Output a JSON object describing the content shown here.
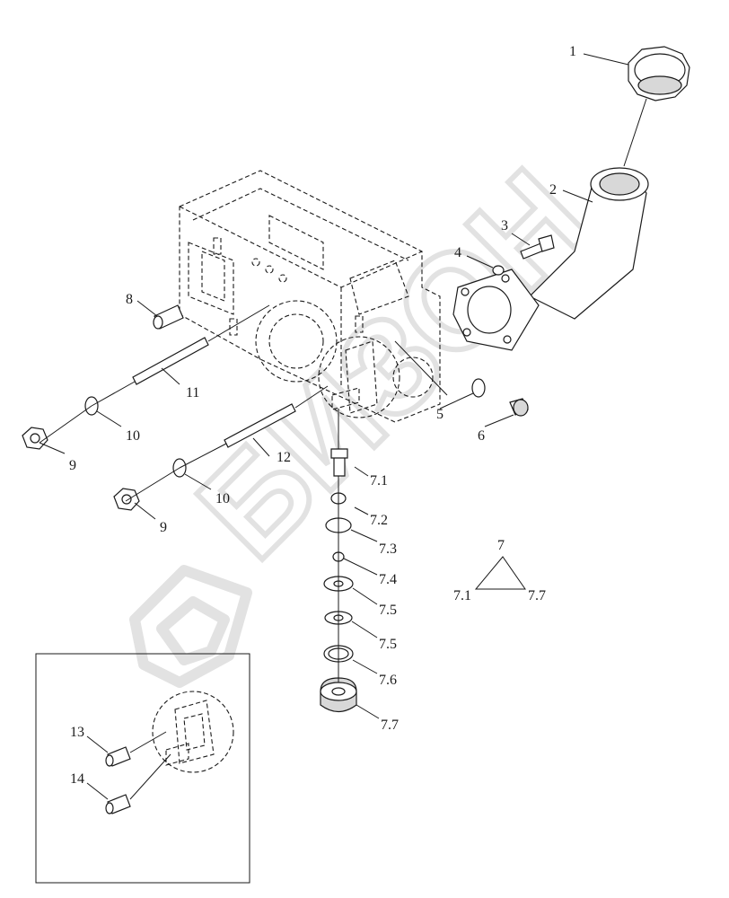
{
  "labels": {
    "p1": "1",
    "p2": "2",
    "p3": "3",
    "p4": "4",
    "p5": "5",
    "p6": "6",
    "p8": "8",
    "p9a": "9",
    "p9b": "9",
    "p10a": "10",
    "p10b": "10",
    "p11": "11",
    "p12": "12",
    "p7_1": "7.1",
    "p7_2": "7.2",
    "p7_3": "7.3",
    "p7_4": "7.4",
    "p7_5a": "7.5",
    "p7_5b": "7.5",
    "p7_6": "7.6",
    "p7_7": "7.7",
    "p13": "13",
    "p14": "14"
  },
  "triangle_legend": {
    "top": "7",
    "left": "7.1",
    "right": "7.7"
  },
  "watermark": "БИЗОН",
  "colors": {
    "line": "#1a1a1a",
    "watermark": "#e2e2e2",
    "fill": "#d8d8d8"
  }
}
